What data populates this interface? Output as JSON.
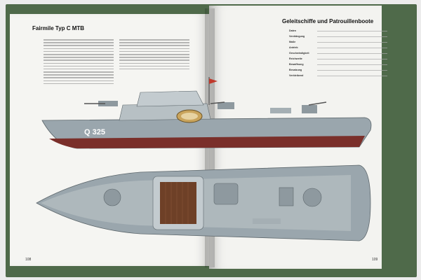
{
  "book": {
    "left_page": {
      "heading": "Fairmile Typ C MTB",
      "page_number": "108"
    },
    "right_page": {
      "heading": "Geleitschiffe und Patrouillenboote",
      "page_number": "109",
      "spec_labels": [
        "Daten",
        "Verdrängung",
        "Maße",
        "Antrieb",
        "Geschwindigkeit",
        "Reichweite",
        "Bewaffnung",
        "Besatzung",
        "Verbleibend"
      ]
    },
    "hull_marking": "Q 325"
  },
  "colors": {
    "cover": "#4f6a4a",
    "paper": "#f5f5f2",
    "hull_grey": "#9aa6ad",
    "deck_grey": "#b7c0c4",
    "waterline": "#7a2f2a",
    "hull_text": "#ffffff"
  }
}
